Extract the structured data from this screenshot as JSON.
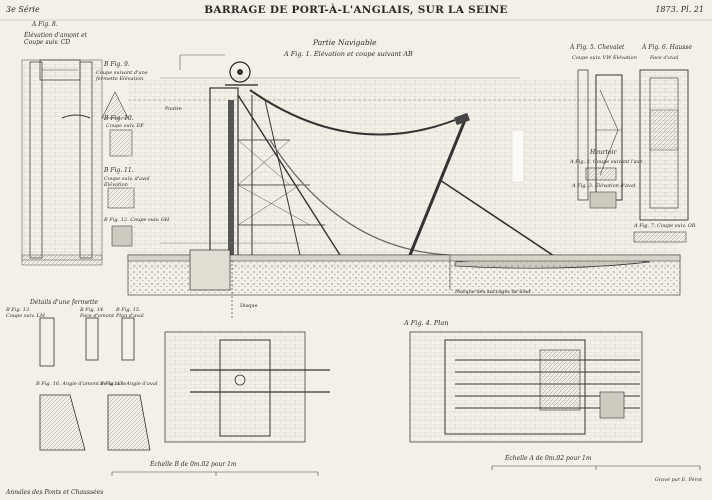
{
  "header": {
    "series": "3e Série",
    "title": "BARRAGE DE PORT-À-L'ANGLAIS, SUR LA SEINE",
    "plate": "1873. Pl. 21"
  },
  "center": {
    "section_title": "Partie Navigable",
    "fig1_caption": "A Fig. 1. Élévation et coupe suivant AB",
    "fig4_caption": "A Fig. 4. Plan",
    "label_poutre": "Poutre",
    "label_dosque": "Disque",
    "label_marques": "Marque des ancrages de fond",
    "scale_center": "Échelle A de 0m.02 pour 1m"
  },
  "left": {
    "fig8": "A Fig. 8.",
    "fig8_caption": "Élévation d'amont et Coupe suiv. CD",
    "fig9": "B Fig. 9.",
    "fig9_caption": "Coupe suivant d'une fermette Élévation",
    "fig10": "B Fig. 10.",
    "fig10_caption": "Coupe suiv. EF",
    "fig11": "B Fig. 11.",
    "fig11_caption": "Coupe suiv. d'aval Élévation",
    "fig12": "B Fig. 12. Coupe suiv. GH",
    "details_caption": "Détails d'une fermette",
    "fig13": "B Fig. 13.",
    "fig13_caption": "Coupe suiv. LM",
    "fig14": "B Fig. 14.",
    "fig14_caption": "Face d'amont",
    "fig15": "B Fig. 15.",
    "fig15_caption": "Plan d'aval",
    "fig16": "B Fig. 16. Angle d'amont de la base",
    "fig17": "B Fig. 17. Angle d'aval",
    "scale_left": "Échelle B de 0m.02 pour 1m"
  },
  "right": {
    "fig5": "A Fig. 5. Chevalet",
    "fig5_caption": "Coupe suiv. VW Élévation",
    "fig6": "A Fig. 6. Hausse",
    "fig6_caption": "Face d'aval",
    "heurtoir": "Heurtoir",
    "fig2": "A Fig. 2. Coupe suivant l'axe",
    "fig3": "A Fig. 3. Élévation d'aval",
    "fig7": "A Fig. 7. Coupe suiv. OR"
  },
  "footer": {
    "annales": "Annales des Ponts et Chaussées",
    "engraver": "Gravé par E. Pérot"
  }
}
